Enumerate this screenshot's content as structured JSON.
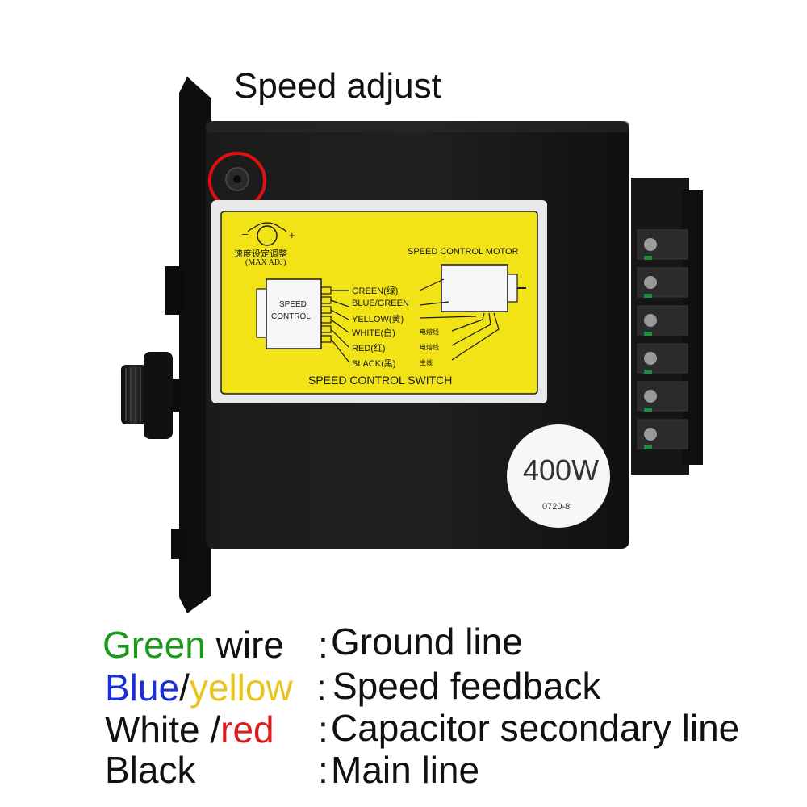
{
  "title": "Speed adjust",
  "label": {
    "dial_marks": {
      "minus": "–",
      "plus": "+"
    },
    "dial_cn": "速度设定调整",
    "dial_adj": "(MAX ADJ)",
    "motor_title": "SPEED CONTROL MOTOR",
    "controller_line1": "SPEED",
    "controller_line2": "CONTROL",
    "wires": [
      {
        "name": "GREEN(绿)",
        "note": ""
      },
      {
        "name": "BLUE/GREEN",
        "note": ""
      },
      {
        "name": "YELLOW(黄)",
        "note": ""
      },
      {
        "name": "WHITE(白)",
        "note": "电熔线"
      },
      {
        "name": "RED(红)",
        "note": "电熔线"
      },
      {
        "name": "BLACK(黑)",
        "note": "主线"
      }
    ],
    "switch_title": "SPEED CONTROL SWITCH"
  },
  "badge": {
    "power": "400W",
    "code": "0720-8"
  },
  "legend": [
    {
      "parts": [
        {
          "text": "Green",
          "color": "#1a9a1a"
        },
        {
          "text": " wire",
          "color": "#111111"
        }
      ],
      "sep": ":",
      "desc": " Ground line"
    },
    {
      "parts": [
        {
          "text": "Blue",
          "color": "#1a2fd6"
        },
        {
          "text": "/",
          "color": "#111111"
        },
        {
          "text": "yellow",
          "color": "#e8c41c"
        }
      ],
      "sep": ":",
      "desc": " Speed feedback"
    },
    {
      "parts": [
        {
          "text": "White /",
          "color": "#111111"
        },
        {
          "text": "red",
          "color": "#e01a1a"
        }
      ],
      "sep": ":",
      "desc": " Capacitor secondary line"
    },
    {
      "parts": [
        {
          "text": "Black",
          "color": "#111111"
        }
      ],
      "sep": ":",
      "desc": "  Main line"
    }
  ],
  "colors": {
    "label_yellow": "#f2e316",
    "highlight_circle": "#e01010",
    "case": "#141414"
  }
}
